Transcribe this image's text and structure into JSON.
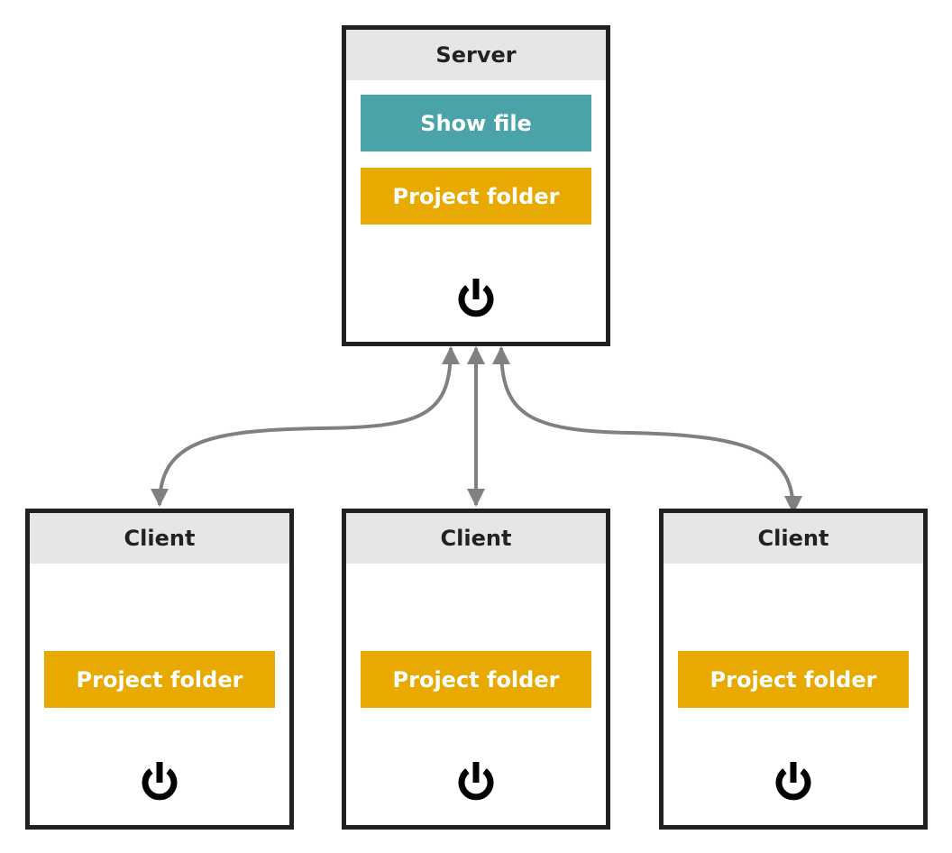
{
  "colors": {
    "node_border": "#222222",
    "header_bg": "#e6e6e6",
    "show_file": "#4aa3a8",
    "project_folder": "#e8a900",
    "connector": "#808080",
    "power_icon": "#000000"
  },
  "server": {
    "title": "Server",
    "show_file_label": "Show file",
    "project_folder_label": "Project folder",
    "power_icon": "power-icon"
  },
  "clients": [
    {
      "title": "Client",
      "project_folder_label": "Project folder",
      "power_icon": "power-icon"
    },
    {
      "title": "Client",
      "project_folder_label": "Project folder",
      "power_icon": "power-icon"
    },
    {
      "title": "Client",
      "project_folder_label": "Project folder",
      "power_icon": "power-icon"
    }
  ]
}
